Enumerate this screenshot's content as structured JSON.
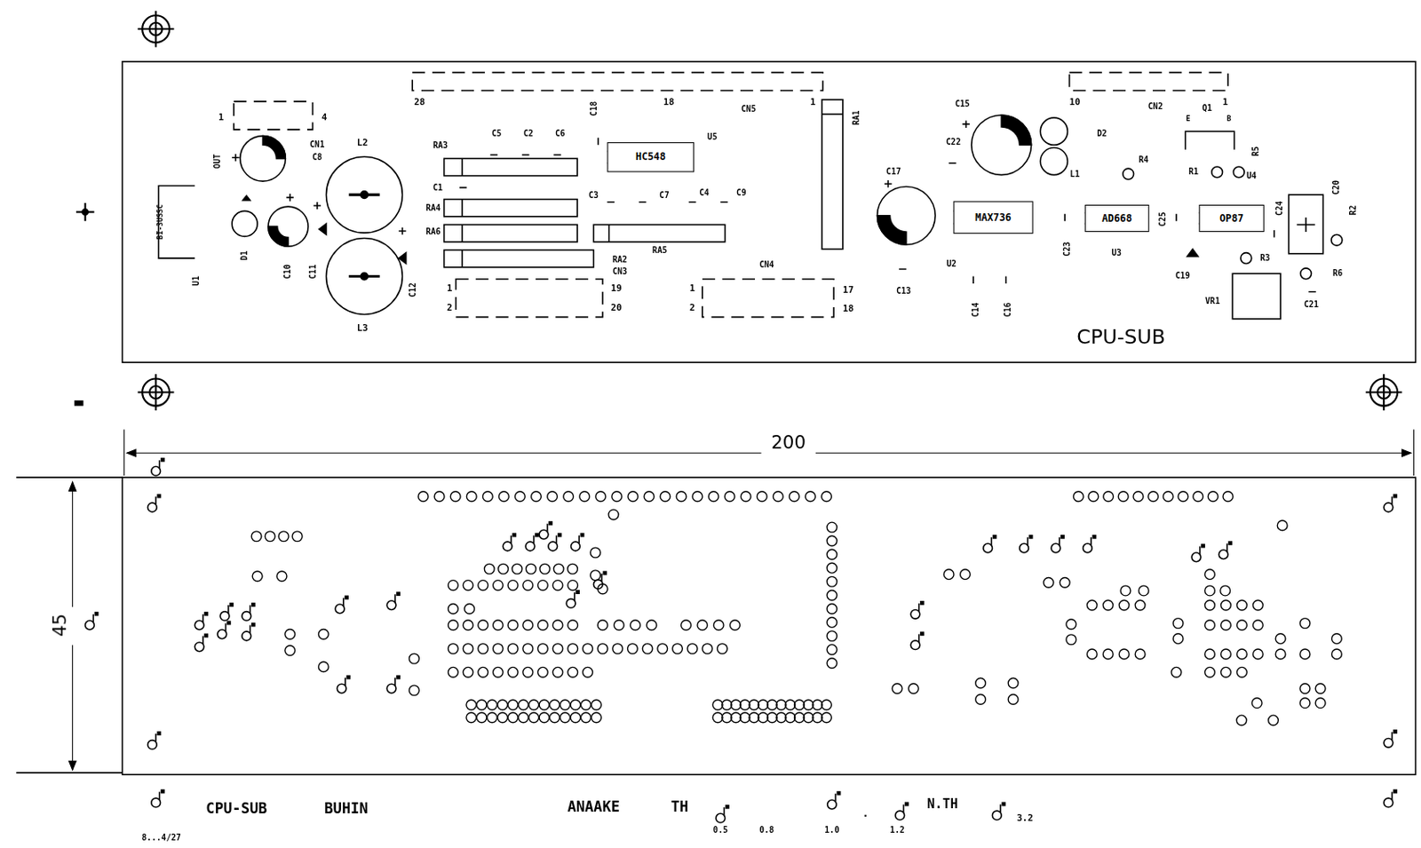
{
  "diagram": {
    "nodes": [
      {
        "text": [
          "HC548"
        ]
      },
      {
        "text": [
          "MAX736"
        ]
      },
      {
        "text": [
          "AD668"
        ]
      },
      {
        "text": [
          "OP87"
        ]
      }
    ],
    "labels": [
      "1",
      "4",
      "CN1",
      "C8",
      "OUT",
      "BI-3USSC",
      "U1",
      "D1",
      "C10",
      "C11",
      "L2",
      "L3",
      "C12",
      "RA3",
      "C5",
      "C2",
      "C6",
      "C1",
      "RA4",
      "RA6",
      "C3",
      "C7",
      "C4",
      "C9",
      "RA2",
      "CN3",
      "RA5",
      "U5",
      "28",
      "C18",
      "18",
      "CN5",
      "1",
      "RA1",
      "1",
      "19",
      "2",
      "20",
      "CN4",
      "1",
      "17",
      "2",
      "18",
      "C15",
      "C22",
      "D2",
      "L1",
      "C17",
      "U2",
      "C13",
      "C14",
      "C16",
      "10",
      "CN2",
      "1",
      "Q1",
      "E",
      "B",
      "R4",
      "R1",
      "R5",
      "U4",
      "C23",
      "C25",
      "U3",
      "C24",
      "C20",
      "R2",
      "C19",
      "R3",
      "R6",
      "VR1",
      "C21",
      "CPU-SUB",
      "200",
      "45",
      "CPU-SUB",
      "BUHIN",
      "ANAAKE",
      "TH",
      "0.5",
      "0.8",
      "1.0",
      ".",
      "1.2",
      "N.TH",
      "3.2",
      "8...4/27"
    ]
  }
}
